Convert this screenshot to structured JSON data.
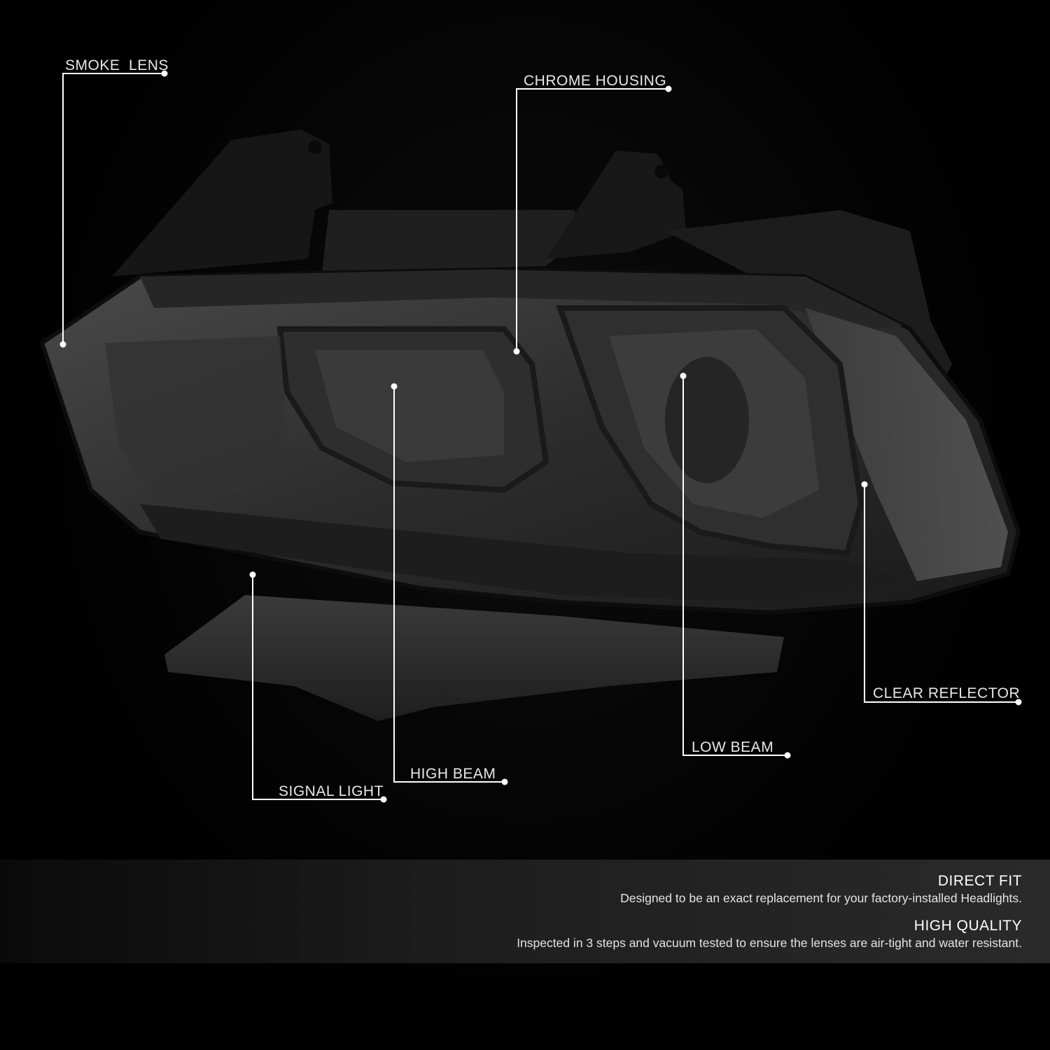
{
  "callouts": {
    "smoke_lens": "SMOKE  LENS",
    "chrome_housing": "CHROME HOUSING",
    "clear_reflector": "CLEAR REFLECTOR",
    "low_beam": "LOW BEAM",
    "high_beam": "HIGH BEAM",
    "signal_light": "SIGNAL LIGHT"
  },
  "features": [
    {
      "title": "DIRECT FIT",
      "text": "Designed to be an exact replacement for your factory-installed Headlights."
    },
    {
      "title": "HIGH QUALITY",
      "text": "Inspected in 3 steps and vacuum tested to ensure the lenses are air-tight and water resistant."
    }
  ],
  "colors": {
    "background": "#000000",
    "lens_smoke": "#3a3a3a",
    "callout_line": "#ffffff",
    "panel": "#1e1e1e"
  },
  "icons": {
    "callout_marker": "dot-icon"
  }
}
